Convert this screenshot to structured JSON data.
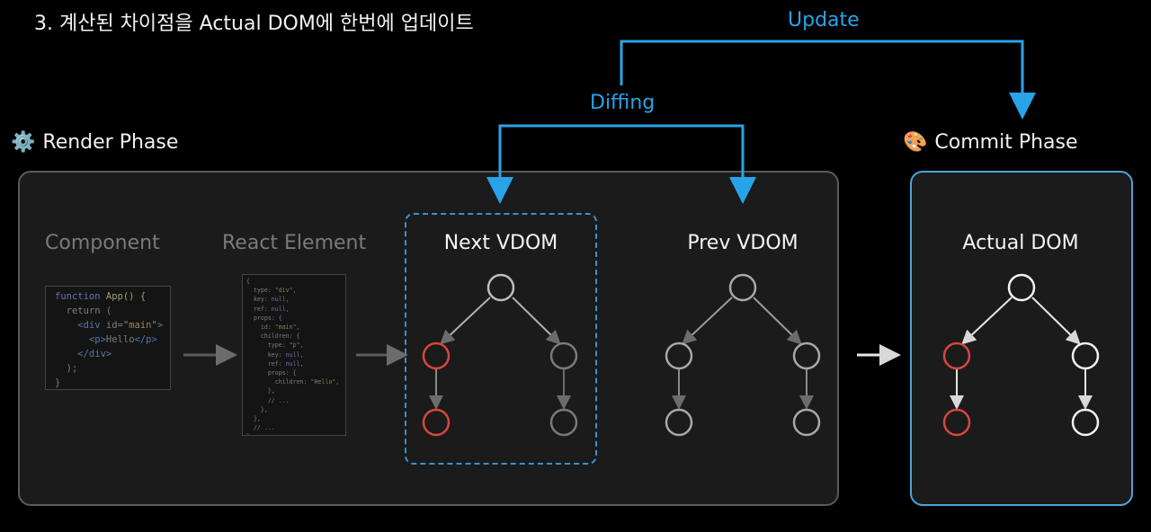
{
  "title": "3. 계산된 차이점을 Actual DOM에 한번에 업데이트",
  "arrows": {
    "update_label": "Update",
    "diffing_label": "Diffing"
  },
  "render_phase": {
    "emoji": "⚙️",
    "title": "Render Phase",
    "columns": {
      "component": "Component",
      "react_element": "React Element",
      "next_vdom": "Next VDOM",
      "prev_vdom": "Prev VDOM"
    }
  },
  "commit_phase": {
    "emoji": "🎨",
    "title": "Commit Phase",
    "actual_dom": "Actual DOM"
  },
  "component_code": {
    "l1_kw": "function",
    "l1_fn": " App() {",
    "l2": "  return (",
    "l3_a": "    <div ",
    "l3_attr": "id=",
    "l3_str": "\"main\"",
    "l3_b": ">",
    "l4_a": "      <p>",
    "l4_text": "Hello",
    "l4_b": "</p>",
    "l5": "    </div>",
    "l6": "  );",
    "l7": "}"
  },
  "element_code": {
    "l1": "{",
    "l2_a": "  type: ",
    "l2_s": "\"div\"",
    "l2_b": ",",
    "l3_a": "  key: ",
    "l3_n": "null",
    "l3_b": ",",
    "l4_a": "  ref: ",
    "l4_n": "null",
    "l4_b": ",",
    "l5": "  props: {",
    "l6_a": "    id: ",
    "l6_s": "\"main\"",
    "l6_b": ",",
    "l7": "    children: {",
    "l8_a": "      type: ",
    "l8_s": "\"p\"",
    "l8_b": ",",
    "l9_a": "      key: ",
    "l9_n": "null",
    "l9_b": ",",
    "l10_a": "      ref: ",
    "l10_n": "null",
    "l10_b": ",",
    "l11": "      props: {",
    "l12_a": "        children: ",
    "l12_s": "\"Hello\"",
    "l12_b": ",",
    "l13": "      },",
    "l14": "      // ...",
    "l15": "    },",
    "l16": "  },",
    "l17": "  // ...",
    "l18": "};"
  },
  "colors": {
    "accent_blue": "#29a3e8",
    "changed_node": "#d9453f",
    "box_border": "#5a5a5a"
  }
}
